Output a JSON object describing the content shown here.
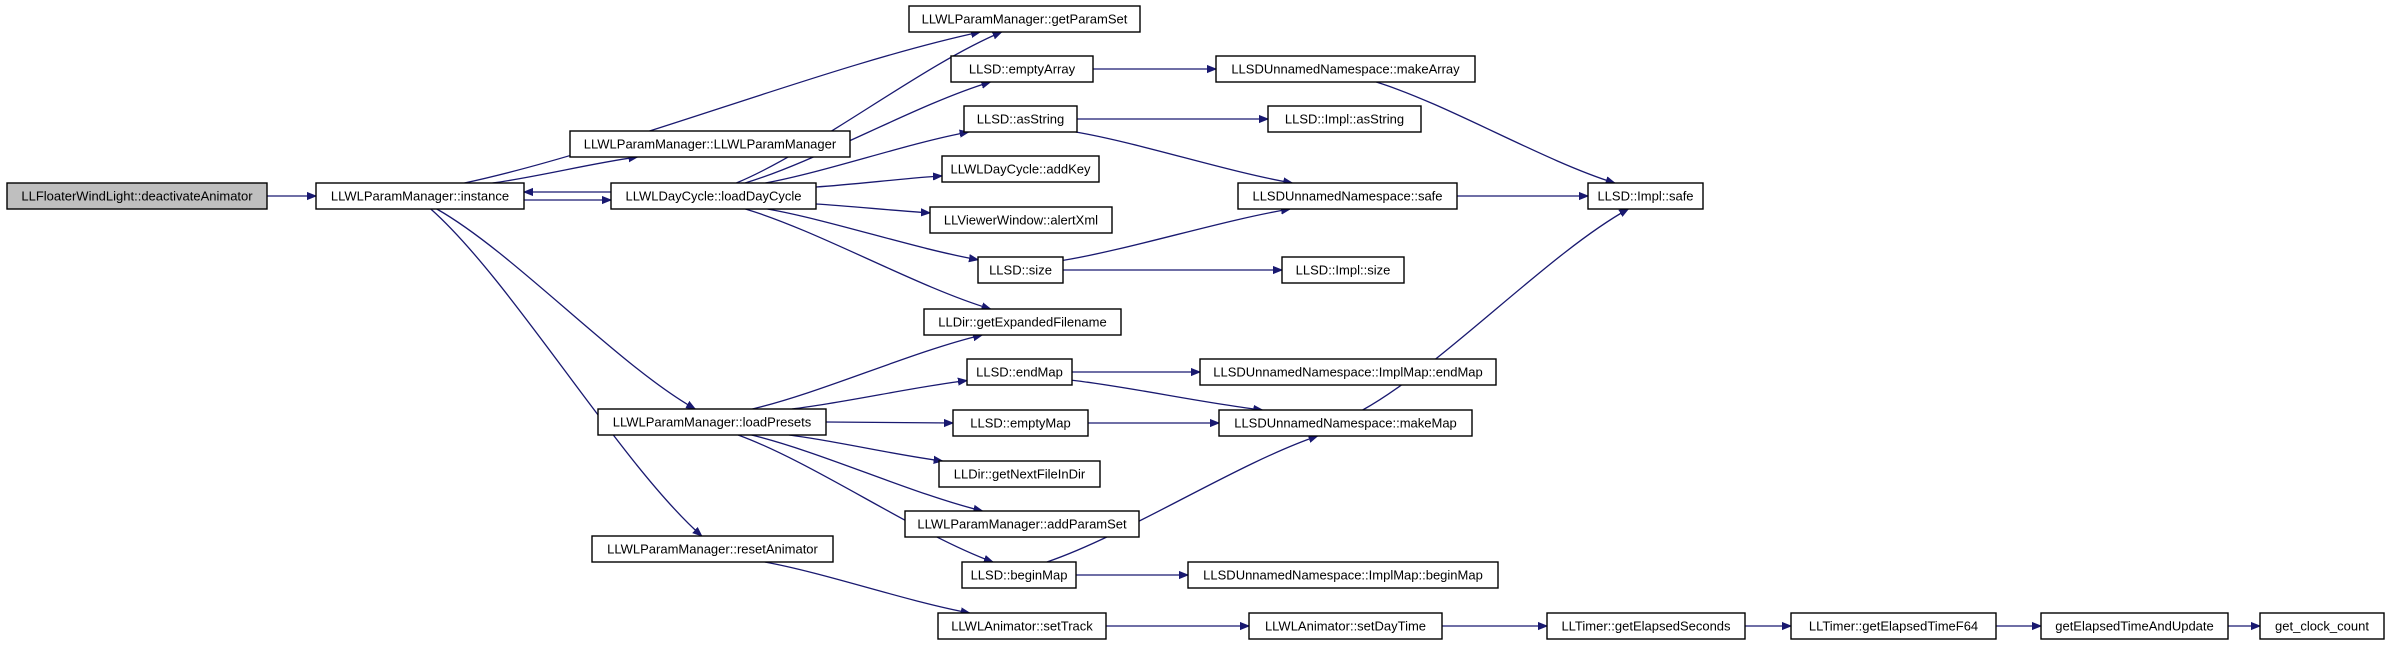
{
  "diagram": {
    "type": "call-graph",
    "colors": {
      "edge": "#191970",
      "root_fill": "#bfbfbf",
      "node_fill": "#ffffff",
      "node_border": "#000000"
    },
    "nodes": [
      {
        "id": "root",
        "label": "LLFloaterWindLight::deactivateAnimator"
      },
      {
        "id": "instance",
        "label": "LLWLParamManager::instance"
      },
      {
        "id": "getParamSet",
        "label": "LLWLParamManager::getParamSet"
      },
      {
        "id": "ctor",
        "label": "LLWLParamManager::LLWLParamManager"
      },
      {
        "id": "loadDayCycle",
        "label": "LLWLDayCycle::loadDayCycle"
      },
      {
        "id": "loadPresets",
        "label": "LLWLParamManager::loadPresets"
      },
      {
        "id": "resetAnimator",
        "label": "LLWLParamManager::resetAnimator"
      },
      {
        "id": "emptyArray",
        "label": "LLSD::emptyArray"
      },
      {
        "id": "asString",
        "label": "LLSD::asString"
      },
      {
        "id": "addKey",
        "label": "LLWLDayCycle::addKey"
      },
      {
        "id": "alertXml",
        "label": "LLViewerWindow::alertXml"
      },
      {
        "id": "size",
        "label": "LLSD::size"
      },
      {
        "id": "getExpandedFilename",
        "label": "LLDir::getExpandedFilename"
      },
      {
        "id": "endMap",
        "label": "LLSD::endMap"
      },
      {
        "id": "emptyMap",
        "label": "LLSD::emptyMap"
      },
      {
        "id": "getNextFileInDir",
        "label": "LLDir::getNextFileInDir"
      },
      {
        "id": "addParamSet",
        "label": "LLWLParamManager::addParamSet"
      },
      {
        "id": "beginMap",
        "label": "LLSD::beginMap"
      },
      {
        "id": "setTrack",
        "label": "LLWLAnimator::setTrack"
      },
      {
        "id": "makeArray",
        "label": "LLSDUnnamedNamespace::makeArray"
      },
      {
        "id": "implAsString",
        "label": "LLSD::Impl::asString"
      },
      {
        "id": "safe",
        "label": "LLSDUnnamedNamespace::safe"
      },
      {
        "id": "implSize",
        "label": "LLSD::Impl::size"
      },
      {
        "id": "implMapEndMap",
        "label": "LLSDUnnamedNamespace::ImplMap::endMap"
      },
      {
        "id": "makeMap",
        "label": "LLSDUnnamedNamespace::makeMap"
      },
      {
        "id": "implMapBeginMap",
        "label": "LLSDUnnamedNamespace::ImplMap::beginMap"
      },
      {
        "id": "setDayTime",
        "label": "LLWLAnimator::setDayTime"
      },
      {
        "id": "implSafe",
        "label": "LLSD::Impl::safe"
      },
      {
        "id": "getElapsedSeconds",
        "label": "LLTimer::getElapsedSeconds"
      },
      {
        "id": "getElapsedTimeF64",
        "label": "LLTimer::getElapsedTimeF64"
      },
      {
        "id": "getElapsedTimeAndUpdate",
        "label": "getElapsedTimeAndUpdate"
      },
      {
        "id": "getClockCount",
        "label": "get_clock_count"
      }
    ],
    "edges": [
      [
        "root",
        "instance"
      ],
      [
        "instance",
        "getParamSet"
      ],
      [
        "instance",
        "ctor"
      ],
      [
        "instance",
        "loadDayCycle"
      ],
      [
        "loadDayCycle",
        "instance"
      ],
      [
        "instance",
        "loadPresets"
      ],
      [
        "instance",
        "resetAnimator"
      ],
      [
        "loadDayCycle",
        "getParamSet"
      ],
      [
        "loadDayCycle",
        "emptyArray"
      ],
      [
        "loadDayCycle",
        "asString"
      ],
      [
        "loadDayCycle",
        "addKey"
      ],
      [
        "loadDayCycle",
        "alertXml"
      ],
      [
        "loadDayCycle",
        "size"
      ],
      [
        "loadDayCycle",
        "getExpandedFilename"
      ],
      [
        "emptyArray",
        "makeArray"
      ],
      [
        "makeArray",
        "implSafe"
      ],
      [
        "asString",
        "implAsString"
      ],
      [
        "asString",
        "safe"
      ],
      [
        "size",
        "safe"
      ],
      [
        "size",
        "implSize"
      ],
      [
        "safe",
        "implSafe"
      ],
      [
        "loadPresets",
        "getExpandedFilename"
      ],
      [
        "loadPresets",
        "endMap"
      ],
      [
        "loadPresets",
        "emptyMap"
      ],
      [
        "loadPresets",
        "getNextFileInDir"
      ],
      [
        "loadPresets",
        "addParamSet"
      ],
      [
        "loadPresets",
        "beginMap"
      ],
      [
        "endMap",
        "implMapEndMap"
      ],
      [
        "endMap",
        "makeMap"
      ],
      [
        "emptyMap",
        "makeMap"
      ],
      [
        "beginMap",
        "makeMap"
      ],
      [
        "beginMap",
        "implMapBeginMap"
      ],
      [
        "makeMap",
        "implSafe"
      ],
      [
        "resetAnimator",
        "setTrack"
      ],
      [
        "setTrack",
        "setDayTime"
      ],
      [
        "setDayTime",
        "getElapsedSeconds"
      ],
      [
        "getElapsedSeconds",
        "getElapsedTimeF64"
      ],
      [
        "getElapsedTimeF64",
        "getElapsedTimeAndUpdate"
      ],
      [
        "getElapsedTimeAndUpdate",
        "getClockCount"
      ]
    ]
  }
}
